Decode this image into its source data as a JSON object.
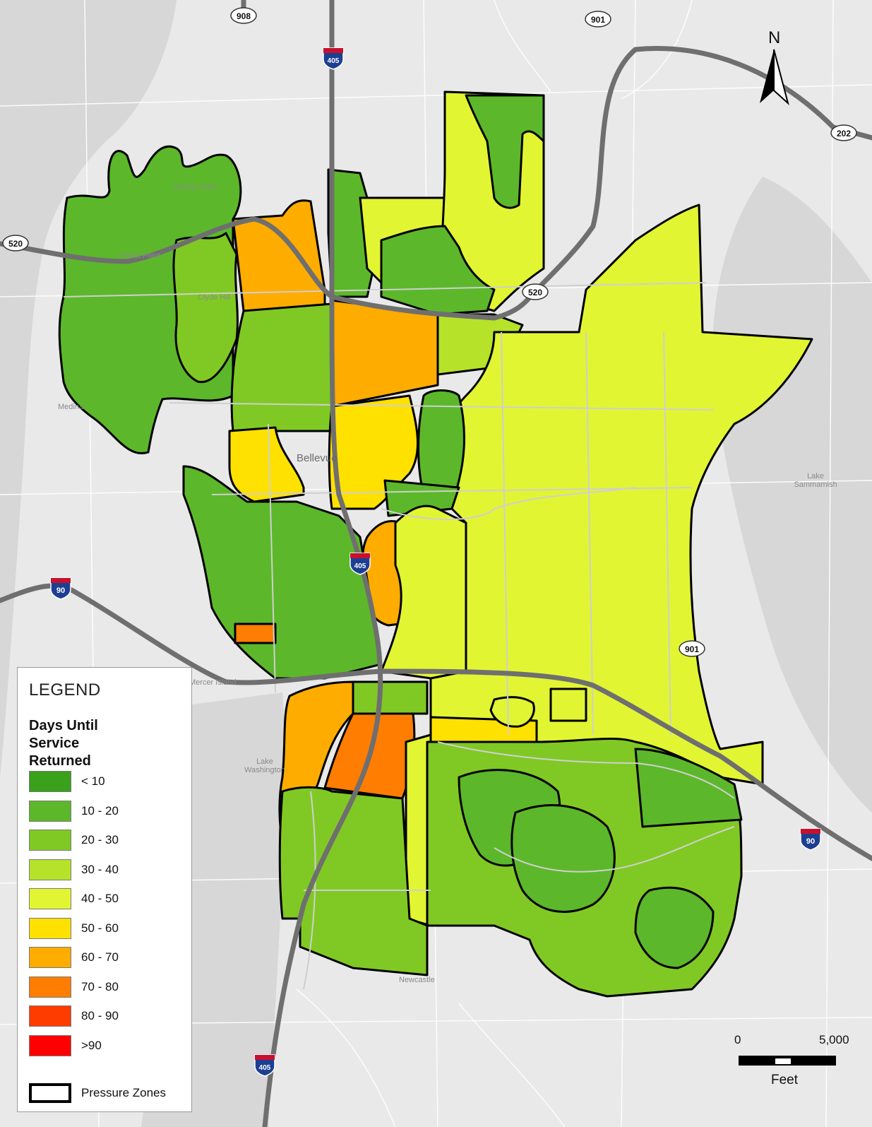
{
  "legend": {
    "title": "LEGEND",
    "subtitle": "Days Until Service Returned",
    "classes": [
      {
        "label": "< 10",
        "color": "#3aa11c"
      },
      {
        "label": "10 - 20",
        "color": "#5cb82a"
      },
      {
        "label": "20 - 30",
        "color": "#80c924"
      },
      {
        "label": "30 - 40",
        "color": "#b6e22a"
      },
      {
        "label": "40 - 50",
        "color": "#e2f533"
      },
      {
        "label": "50 - 60",
        "color": "#ffe100"
      },
      {
        "label": "60 - 70",
        "color": "#ffac00"
      },
      {
        "label": "70 - 80",
        "color": "#ff7d00"
      },
      {
        "label": "80 - 90",
        "color": "#ff3c00"
      },
      {
        "label": ">90",
        "color": "#ff0000"
      }
    ],
    "pressure_zones_label": "Pressure Zones"
  },
  "scale_bar": {
    "left_label": "0",
    "right_label": "5,000",
    "unit": "Feet"
  },
  "north_arrow": {
    "label": "N"
  },
  "shields": [
    {
      "label": "908",
      "type": "state-route-icon"
    },
    {
      "label": "901",
      "type": "state-route-icon"
    },
    {
      "label": "405",
      "type": "interstate-icon"
    },
    {
      "label": "202",
      "type": "state-route-icon"
    },
    {
      "label": "520",
      "type": "state-route-icon"
    },
    {
      "label": "520",
      "type": "state-route-icon"
    },
    {
      "label": "90",
      "type": "interstate-icon"
    },
    {
      "label": "405",
      "type": "interstate-icon"
    },
    {
      "label": "901",
      "type": "state-route-icon"
    },
    {
      "label": "90",
      "type": "interstate-icon"
    },
    {
      "label": "405",
      "type": "interstate-icon"
    }
  ],
  "places": [
    "Yarrow Point",
    "Hunts Point",
    "Clyde Hill",
    "Medina",
    "Bellevue",
    "Lake Sammamish",
    "Mercer Island",
    "Lake Washington",
    "Newcastle"
  ]
}
